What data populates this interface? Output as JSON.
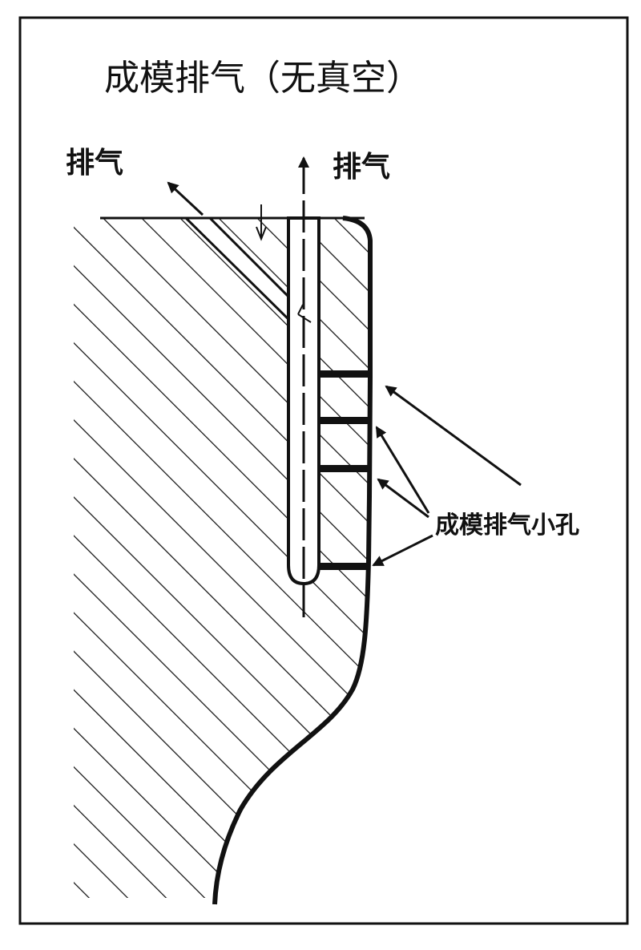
{
  "diagram": {
    "title": "成模排气（无真空）",
    "labels": {
      "vent_left": "排气",
      "vent_up": "排气",
      "vent_holes": "成模排气小孔"
    },
    "colors": {
      "stroke": "#111111",
      "background": "#ffffff"
    }
  }
}
